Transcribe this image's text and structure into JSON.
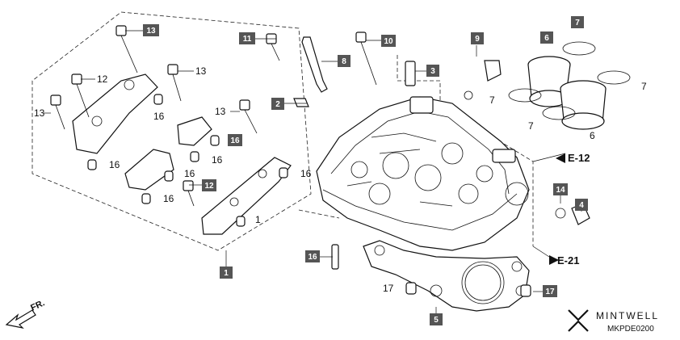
{
  "boxed_callouts": [
    {
      "id": "c13a",
      "text": "13"
    },
    {
      "id": "c11",
      "text": "11"
    },
    {
      "id": "c8",
      "text": "8"
    },
    {
      "id": "c10",
      "text": "10"
    },
    {
      "id": "c9",
      "text": "9"
    },
    {
      "id": "c3",
      "text": "3"
    },
    {
      "id": "c2",
      "text": "2"
    },
    {
      "id": "c7",
      "text": "7"
    },
    {
      "id": "c6",
      "text": "6"
    },
    {
      "id": "c16a",
      "text": "16"
    },
    {
      "id": "c12",
      "text": "12"
    },
    {
      "id": "c1",
      "text": "1"
    },
    {
      "id": "c14",
      "text": "14"
    },
    {
      "id": "c4",
      "text": "4"
    },
    {
      "id": "c16b",
      "text": "16"
    },
    {
      "id": "c5",
      "text": "5"
    },
    {
      "id": "c17",
      "text": "17"
    }
  ],
  "plain_callouts": [
    {
      "id": "p12",
      "text": "12"
    },
    {
      "id": "p13a",
      "text": "13"
    },
    {
      "id": "p13b",
      "text": "13"
    },
    {
      "id": "p13c",
      "text": "13"
    },
    {
      "id": "p16a",
      "text": "16"
    },
    {
      "id": "p16b",
      "text": "16"
    },
    {
      "id": "p16c",
      "text": "16"
    },
    {
      "id": "p16d",
      "text": "16"
    },
    {
      "id": "p16e",
      "text": "16"
    },
    {
      "id": "p16f",
      "text": "16"
    },
    {
      "id": "p1",
      "text": "1"
    },
    {
      "id": "p7a",
      "text": "7"
    },
    {
      "id": "p7b",
      "text": "7"
    },
    {
      "id": "p7c",
      "text": "7"
    },
    {
      "id": "p6",
      "text": "6"
    },
    {
      "id": "p17",
      "text": "17"
    }
  ],
  "refs": {
    "e12": "E-12",
    "e21": "E-21"
  },
  "direction": {
    "fr": "FR."
  },
  "brand": {
    "name": "MINTWELL",
    "code": "MKPDE0200"
  }
}
